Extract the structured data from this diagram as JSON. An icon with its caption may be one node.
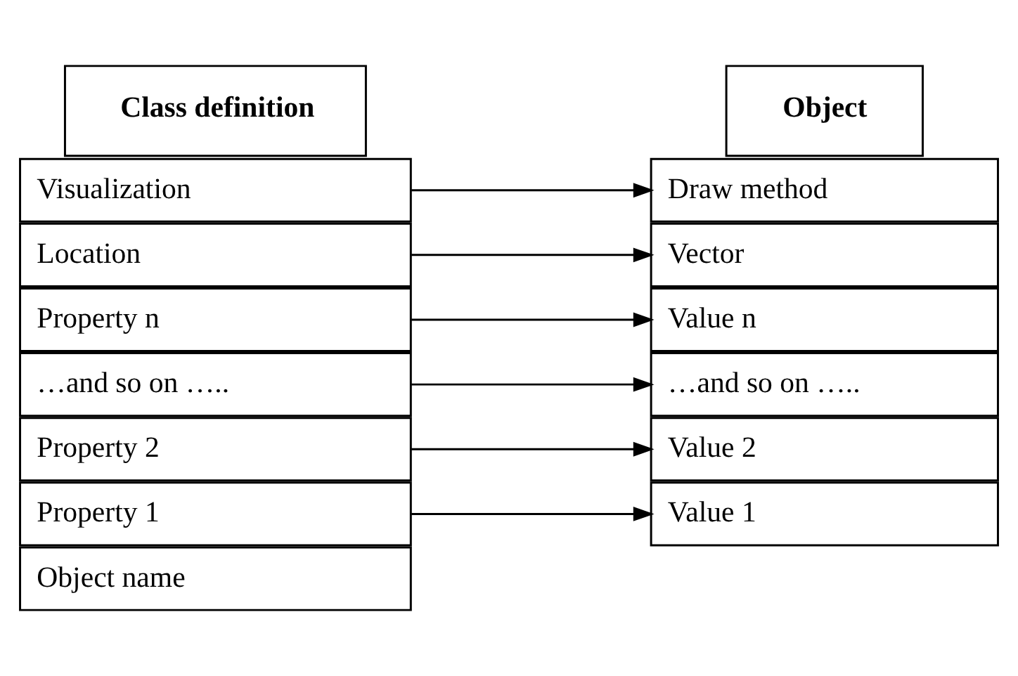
{
  "diagram": {
    "nodes": [
      {
        "text": [
          "Object name"
        ]
      },
      {
        "text": [
          "Property 1"
        ]
      },
      {
        "text": [
          "Property 2"
        ]
      },
      {
        "text": [
          "…and so on ….."
        ]
      },
      {
        "text": [
          "Property n"
        ]
      },
      {
        "text": [
          "Location"
        ]
      },
      {
        "text": [
          "Visualization"
        ]
      },
      {
        "text": [
          "Value 1"
        ]
      },
      {
        "text": [
          "Value 2"
        ]
      },
      {
        "text": [
          "…and so on ….."
        ]
      },
      {
        "text": [
          "Value n"
        ]
      },
      {
        "text": [
          "Vector"
        ]
      },
      {
        "text": [
          "Draw method"
        ]
      },
      {
        "text": [
          "Class definition"
        ]
      },
      {
        "text": [
          "Object"
        ]
      }
    ],
    "edges": [
      {
        "from": 1,
        "to": 7,
        "arrow": "to"
      },
      {
        "from": 2,
        "to": 8,
        "arrow": "to"
      },
      {
        "from": 3,
        "to": 9,
        "arrow": "to"
      },
      {
        "from": 4,
        "to": 10,
        "arrow": "to"
      },
      {
        "from": 5,
        "to": 11,
        "arrow": "to"
      },
      {
        "from": 6,
        "to": 12,
        "arrow": "to"
      }
    ]
  }
}
